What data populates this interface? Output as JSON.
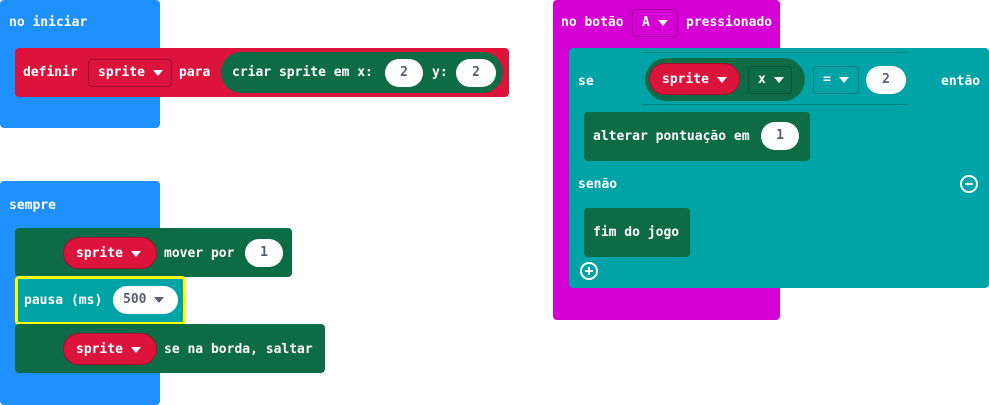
{
  "colors": {
    "events_blue": "#1e90ff",
    "sprites_red": "#dc143c",
    "sprites_dark": "#0d6c46",
    "logic_teal": "#00a4a6",
    "input_magenta": "#d400d4",
    "highlight": "#ffff00"
  },
  "on_start": {
    "hat_label": "no iniciar",
    "set_label": "definir",
    "var_name": "sprite",
    "to_label": "para",
    "create_label": "criar sprite em x:",
    "x_value": "2",
    "y_label": "y:",
    "y_value": "2"
  },
  "forever": {
    "hat_label": "sempre",
    "move_var": "sprite",
    "move_label": "mover por",
    "move_value": "1",
    "pause_label": "pausa (ms)",
    "pause_value": "500",
    "bounce_var": "sprite",
    "bounce_label": "se na borda, saltar"
  },
  "on_button": {
    "hat_prefix": "no botão",
    "button_value": "A",
    "hat_suffix": "pressionado",
    "if_label": "se",
    "cond_var": "sprite",
    "cond_prop": "x",
    "cond_op": "=",
    "cond_value": "2",
    "then_label": "então",
    "change_score_label": "alterar pontuação em",
    "change_score_value": "1",
    "else_label": "senão",
    "game_over_label": "fim do jogo"
  }
}
